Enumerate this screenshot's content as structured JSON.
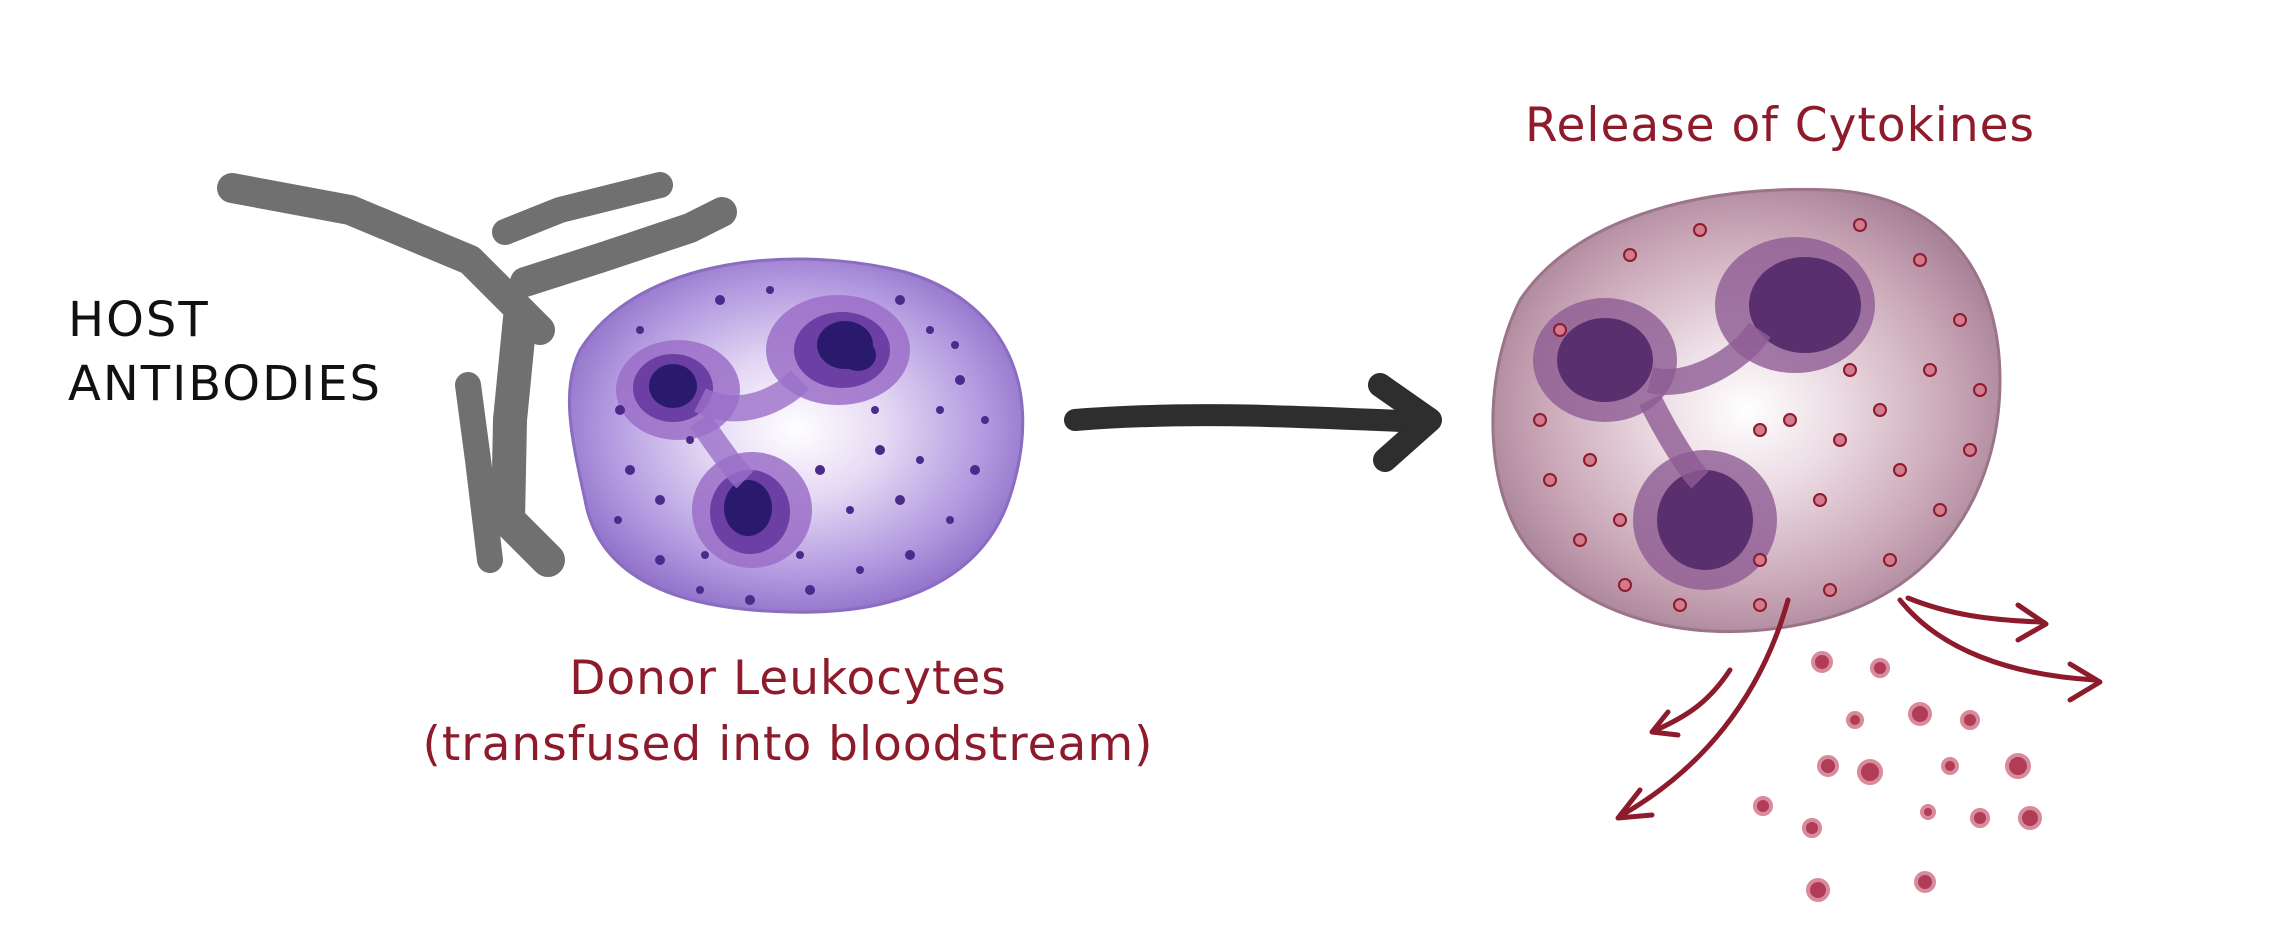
{
  "labels": {
    "host_antibodies_line1": "HOST",
    "host_antibodies_line2": "ANTIBODIES",
    "donor_line1": "Donor Leukocytes",
    "donor_line2": "(transfused into bloodstream)",
    "release": "Release of Cytokines"
  },
  "colors": {
    "label_red": "#8e1b2c",
    "label_black": "#111111",
    "antibody_gray": "#6f6f6f",
    "arrow_dark": "#2e2e2e",
    "donor_cell": "#9b78d0",
    "activated_cell": "#c8a2b4",
    "cytokine": "#b03d55"
  }
}
